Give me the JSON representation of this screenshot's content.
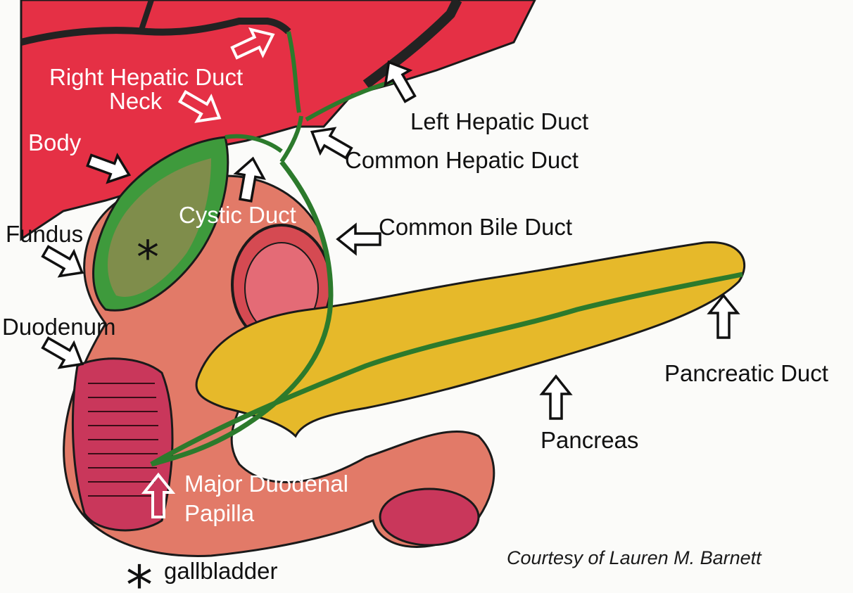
{
  "labels": {
    "right_hepatic_duct": "Right Hepatic Duct",
    "neck": "Neck",
    "left_hepatic_duct": "Left Hepatic Duct",
    "body": "Body",
    "common_hepatic_duct": "Common Hepatic Duct",
    "cystic_duct": "Cystic Duct",
    "fundus": "Fundus",
    "common_bile_duct": "Common Bile Duct",
    "duodenum": "Duodenum",
    "pancreatic_duct": "Pancreatic Duct",
    "pancreas": "Pancreas",
    "major_papilla_line1": "Major Duodenal",
    "major_papilla_line2": "Papilla"
  },
  "legend": {
    "symbol": "*",
    "text": "gallbladder"
  },
  "credit": "Courtesy of Lauren M. Barnett",
  "colors": {
    "liver": "#e53045",
    "gallbladder": "#3e9a3c",
    "duodenum": "#e27a68",
    "pancreas": "#e6b92a",
    "bile_duct": "#2c7a2c",
    "background": "#fbfbf9"
  }
}
